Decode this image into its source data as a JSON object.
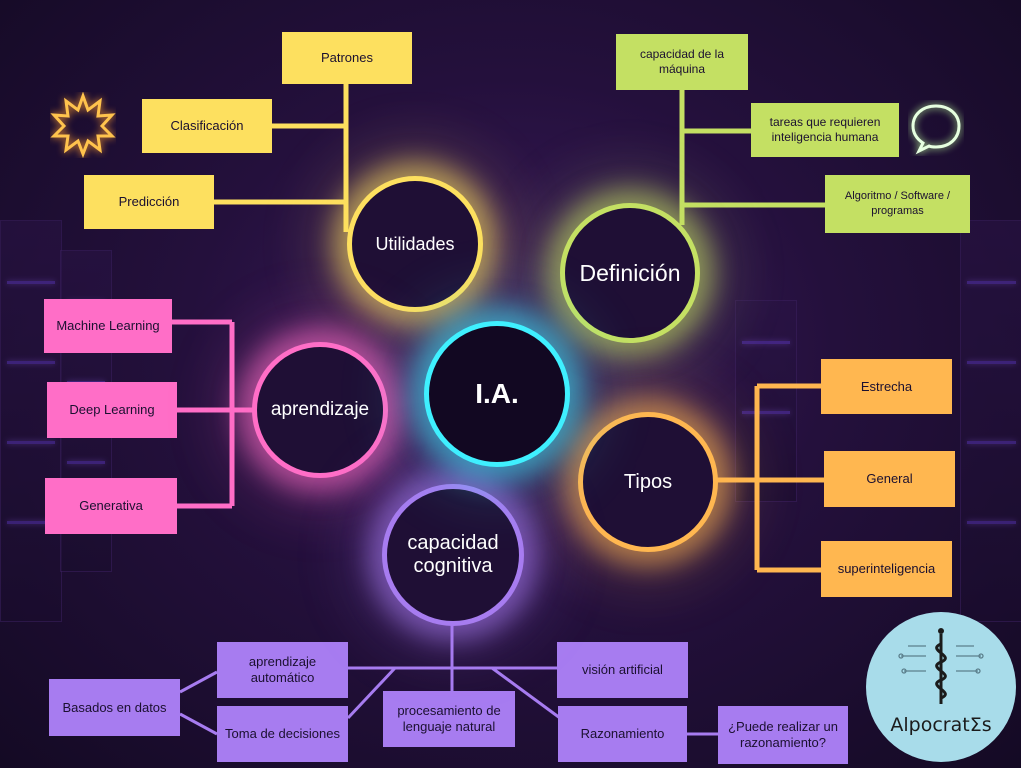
{
  "center": {
    "label": "I.A."
  },
  "utilidades": {
    "label": "Utilidades",
    "items": [
      "Patrones",
      "Clasificación",
      "Predicción"
    ]
  },
  "definicion": {
    "label": "Definición",
    "items": [
      "capacidad de la máquina",
      "tareas que requieren inteligencia humana",
      "Algoritmo / Software / programas"
    ]
  },
  "aprendizaje": {
    "label": "aprendizaje",
    "items": [
      "Machine Learning",
      "Deep Learning",
      "Generativa"
    ]
  },
  "tipos": {
    "label": "Tipos",
    "items": [
      "Estrecha",
      "General",
      "superinteligencia"
    ]
  },
  "capacidad": {
    "label": "capacidad cognitiva",
    "items": [
      "aprendizaje automático",
      "Toma de decisiones",
      "procesamiento de lenguaje natural",
      "visión artificial",
      "Razonamiento"
    ],
    "sub_basados": "Basados en datos",
    "sub_razonamiento": "¿Puede realizar un razonamiento?"
  },
  "logo": {
    "text": "AlpocratΣs"
  },
  "colors": {
    "yellow": "#fde05f",
    "green": "#c4e063",
    "pink": "#ff6ec7",
    "orange": "#ffb750",
    "violet": "#a77cf0",
    "cyan": "#3ff0ff"
  },
  "icons": [
    "sun-icon",
    "speech-bubble-icon",
    "caduceus-logo-icon"
  ]
}
